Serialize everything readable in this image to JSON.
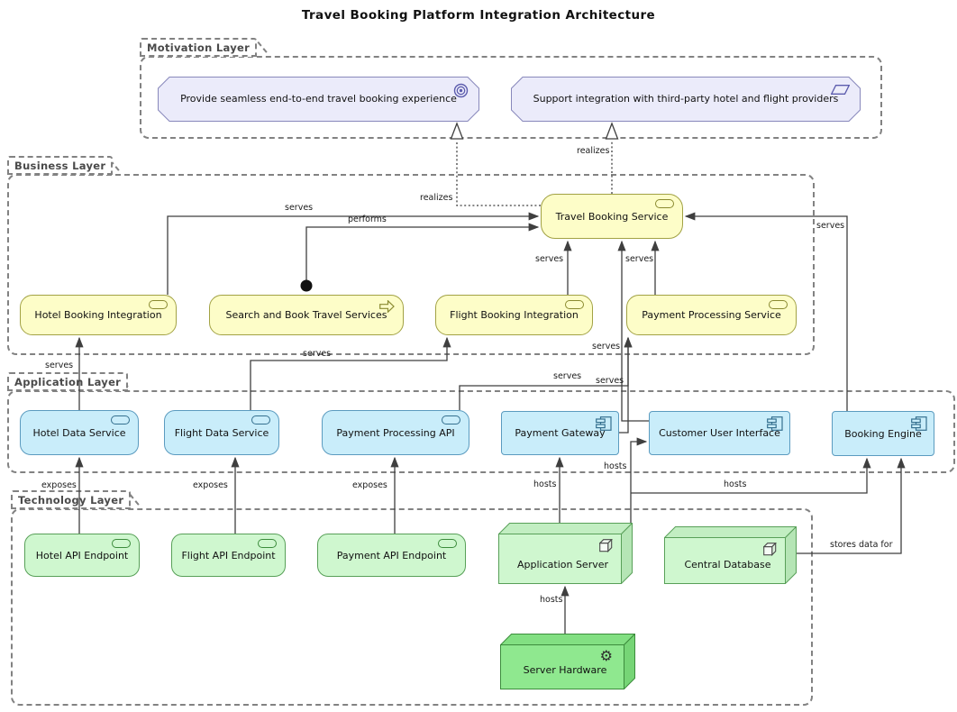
{
  "title": "Travel Booking Platform Integration Architecture",
  "layers": [
    {
      "label": "Motivation Layer"
    },
    {
      "label": "Business Layer"
    },
    {
      "label": "Application Layer"
    },
    {
      "label": "Technology Layer"
    }
  ],
  "nodes": [
    {
      "id": "goal-provide",
      "label": "Provide seamless end-to-end travel booking experience",
      "type": "goal",
      "icon": "goal-icon",
      "layer": "Motivation Layer"
    },
    {
      "id": "req-support",
      "label": "Support integration with third-party hotel and flight providers",
      "type": "requirement",
      "icon": "requirement-icon",
      "layer": "Motivation Layer"
    },
    {
      "id": "travel-booking-service",
      "label": "Travel Booking Service",
      "type": "business-service",
      "icon": "service-icon",
      "layer": "Business Layer"
    },
    {
      "id": "hotel-booking-integration",
      "label": "Hotel Booking Integration",
      "type": "business-service",
      "icon": "service-icon",
      "layer": "Business Layer"
    },
    {
      "id": "search-and-book-travel-services",
      "label": "Search and Book Travel Services",
      "type": "business-process",
      "icon": "process-arrow-icon",
      "layer": "Business Layer"
    },
    {
      "id": "flight-booking-integration",
      "label": "Flight Booking Integration",
      "type": "business-service",
      "icon": "service-icon",
      "layer": "Business Layer"
    },
    {
      "id": "payment-processing-service",
      "label": "Payment Processing Service",
      "type": "business-service",
      "icon": "service-icon",
      "layer": "Business Layer"
    },
    {
      "id": "hotel-data-service",
      "label": "Hotel Data Service",
      "type": "application-service",
      "icon": "service-icon",
      "layer": "Application Layer"
    },
    {
      "id": "flight-data-service",
      "label": "Flight Data Service",
      "type": "application-service",
      "icon": "service-icon",
      "layer": "Application Layer"
    },
    {
      "id": "payment-processing-api",
      "label": "Payment Processing API",
      "type": "application-service",
      "icon": "service-icon",
      "layer": "Application Layer"
    },
    {
      "id": "payment-gateway",
      "label": "Payment Gateway",
      "type": "application-component",
      "icon": "component-icon",
      "layer": "Application Layer"
    },
    {
      "id": "customer-user-interface",
      "label": "Customer User Interface",
      "type": "application-component",
      "icon": "component-icon",
      "layer": "Application Layer"
    },
    {
      "id": "booking-engine",
      "label": "Booking Engine",
      "type": "application-component",
      "icon": "component-icon",
      "layer": "Application Layer"
    },
    {
      "id": "hotel-api-endpoint",
      "label": "Hotel API Endpoint",
      "type": "technology-service",
      "icon": "service-icon",
      "layer": "Technology Layer"
    },
    {
      "id": "flight-api-endpoint",
      "label": "Flight API Endpoint",
      "type": "technology-service",
      "icon": "service-icon",
      "layer": "Technology Layer"
    },
    {
      "id": "payment-api-endpoint",
      "label": "Payment API Endpoint",
      "type": "technology-service",
      "icon": "service-icon",
      "layer": "Technology Layer"
    },
    {
      "id": "application-server",
      "label": "Application Server",
      "type": "node",
      "icon": "cube-icon",
      "layer": "Technology Layer"
    },
    {
      "id": "central-database",
      "label": "Central Database",
      "type": "node",
      "icon": "cube-icon",
      "layer": "Technology Layer"
    },
    {
      "id": "server-hardware",
      "label": "Server Hardware",
      "type": "node",
      "icon": "gear-icon",
      "layer": "Technology Layer"
    }
  ],
  "relations": [
    {
      "label": "serves",
      "from": "hotel-booking-integration",
      "to": "travel-booking-service",
      "type": "serving"
    },
    {
      "label": "performs",
      "from": "search-and-book-travel-services",
      "to": "travel-booking-service",
      "type": "assignment"
    },
    {
      "label": "realizes",
      "from": "travel-booking-service",
      "to": "goal-provide",
      "type": "realization"
    },
    {
      "label": "realizes",
      "from": "travel-booking-service",
      "to": "req-support",
      "type": "realization"
    },
    {
      "label": "serves",
      "from": "flight-booking-integration",
      "to": "travel-booking-service",
      "type": "serving"
    },
    {
      "label": "serves",
      "from": "payment-processing-service",
      "to": "travel-booking-service",
      "type": "serving"
    },
    {
      "label": "serves",
      "from": "customer-user-interface",
      "to": "travel-booking-service",
      "type": "serving"
    },
    {
      "label": "serves",
      "from": "booking-engine",
      "to": "travel-booking-service",
      "type": "serving"
    },
    {
      "label": "serves",
      "from": "hotel-data-service",
      "to": "hotel-booking-integration",
      "type": "serving"
    },
    {
      "label": "serves",
      "from": "flight-data-service",
      "to": "flight-booking-integration",
      "type": "serving"
    },
    {
      "label": "serves",
      "from": "payment-processing-api",
      "to": "payment-processing-service",
      "type": "serving"
    },
    {
      "label": "serves",
      "from": "payment-gateway",
      "to": "payment-processing-service",
      "type": "serving"
    },
    {
      "label": "exposes",
      "from": "hotel-api-endpoint",
      "to": "hotel-data-service",
      "type": "exposes"
    },
    {
      "label": "exposes",
      "from": "flight-api-endpoint",
      "to": "flight-data-service",
      "type": "exposes"
    },
    {
      "label": "exposes",
      "from": "payment-api-endpoint",
      "to": "payment-processing-api",
      "type": "exposes"
    },
    {
      "label": "hosts",
      "from": "application-server",
      "to": "payment-gateway",
      "type": "hosts"
    },
    {
      "label": "hosts",
      "from": "application-server",
      "to": "customer-user-interface",
      "type": "hosts"
    },
    {
      "label": "hosts",
      "from": "application-server",
      "to": "booking-engine",
      "type": "hosts"
    },
    {
      "label": "hosts",
      "from": "server-hardware",
      "to": "application-server",
      "type": "hosts"
    },
    {
      "label": "stores data for",
      "from": "central-database",
      "to": "booking-engine",
      "type": "stores-data-for"
    }
  ],
  "colors": {
    "motivation_fill": "#EBEBFA",
    "motivation_border": "#8888BB",
    "business_fill": "#FDFDC8",
    "business_border": "#A2A244",
    "application_fill": "#C9EDFA",
    "application_border": "#5B9BBF",
    "technology_fill": "#CFF7CF",
    "technology_border": "#58A058",
    "hardware_fill": "#8FE88F",
    "hardware_border": "#3C8C3C",
    "group_border": "#828282",
    "line": "#3F3F3F"
  }
}
